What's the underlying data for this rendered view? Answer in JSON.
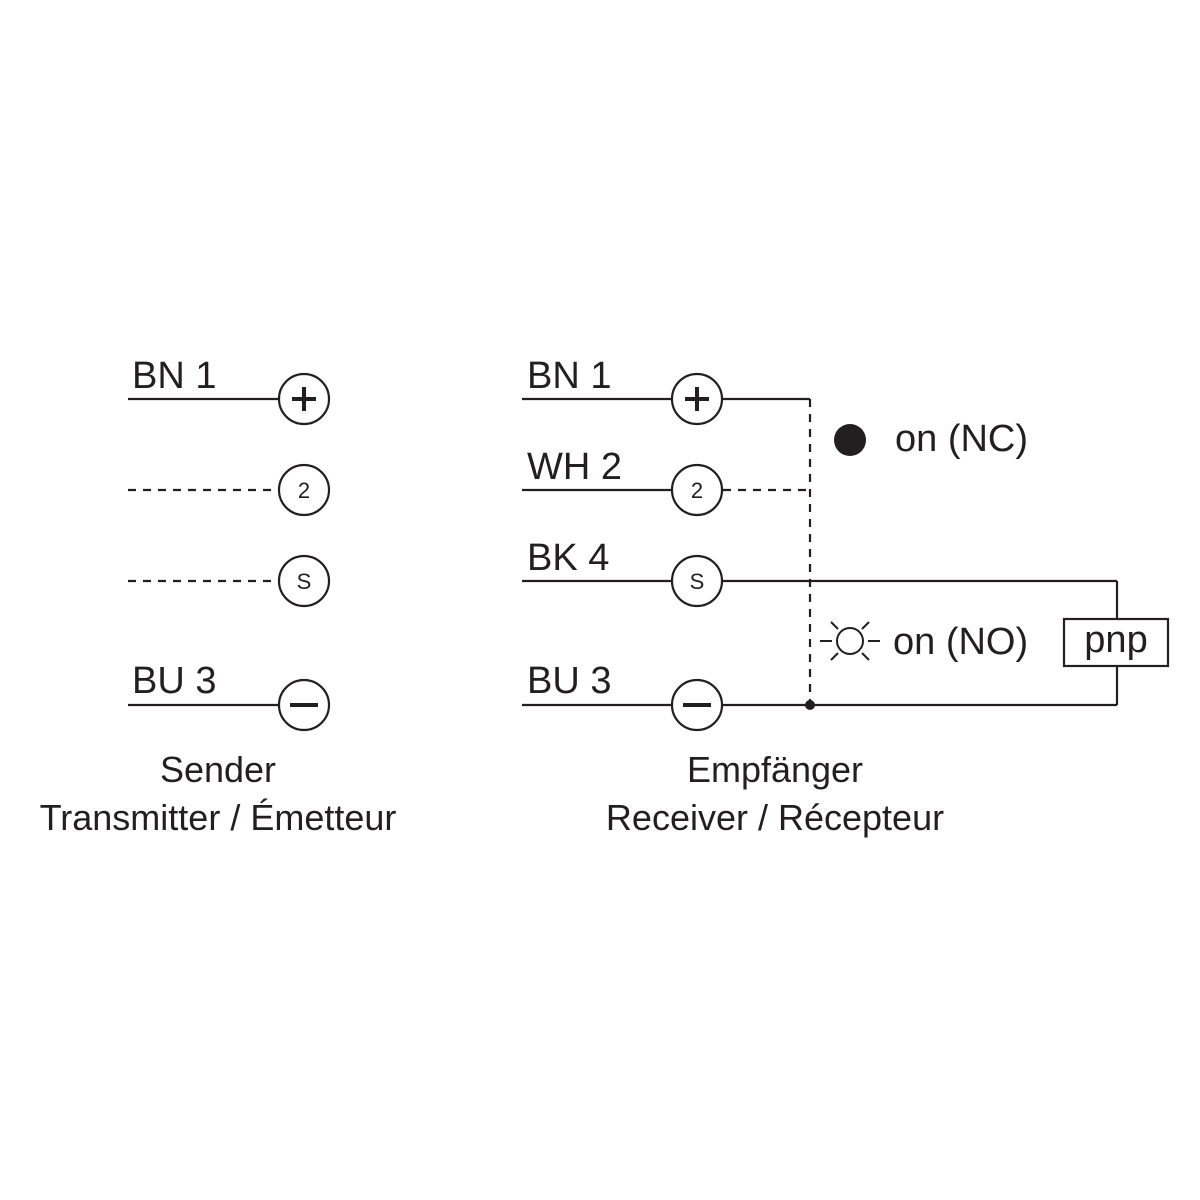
{
  "diagram": {
    "transmitter": {
      "wires": [
        {
          "label": "BN 1",
          "terminal": "+"
        },
        {
          "label": "",
          "terminal": "2"
        },
        {
          "label": "",
          "terminal": "S"
        },
        {
          "label": "BU 3",
          "terminal": "−"
        }
      ],
      "caption_line1": "Sender",
      "caption_line2": "Transmitter / Émetteur"
    },
    "receiver": {
      "wires": [
        {
          "label": "BN 1",
          "terminal": "+"
        },
        {
          "label": "WH 2",
          "terminal": "2"
        },
        {
          "label": "BK 4",
          "terminal": "S"
        },
        {
          "label": "BU 3",
          "terminal": "−"
        }
      ],
      "caption_line1": "Empfänger",
      "caption_line2": "Receiver / Récepteur",
      "state_nc": "on (NC)",
      "state_no": "on (NO)",
      "output_box": "pnp"
    },
    "colors": {
      "ink": "#231f20",
      "background": "#ffffff"
    }
  }
}
